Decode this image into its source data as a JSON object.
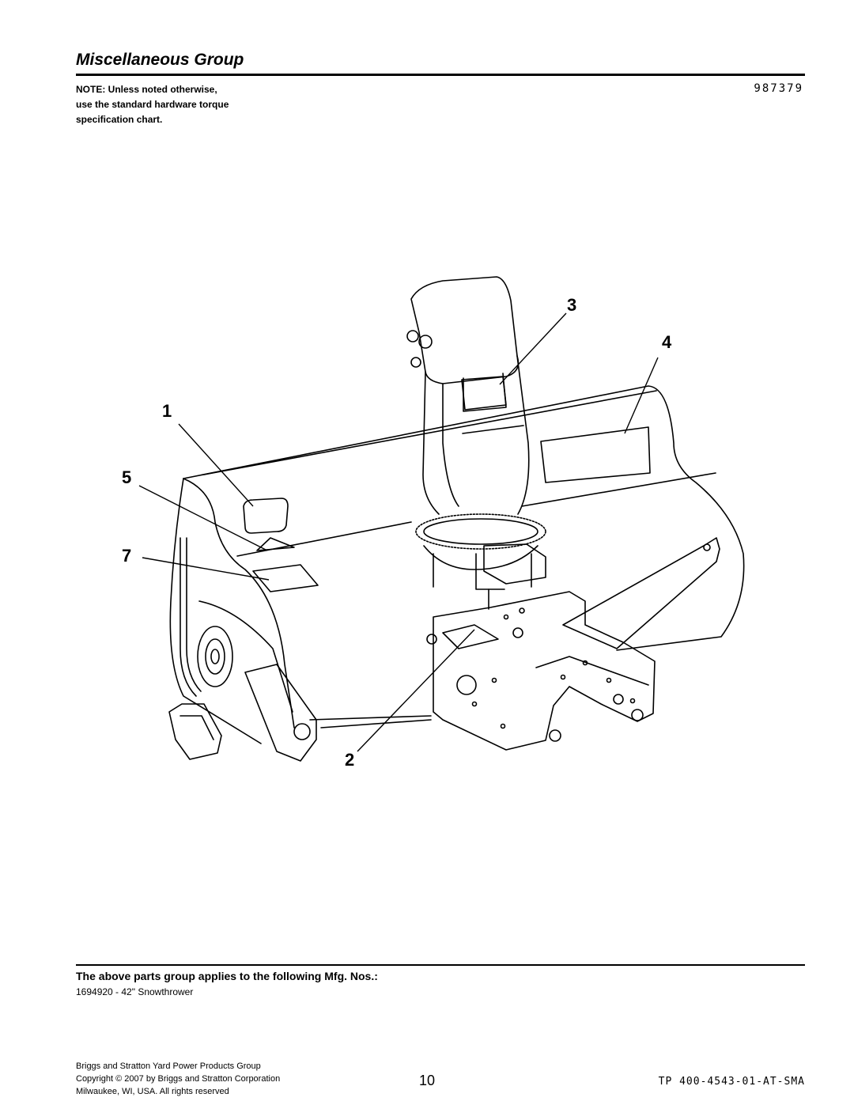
{
  "header": {
    "title": "Miscellaneous Group",
    "note_lines": [
      "NOTE: Unless noted otherwise,",
      "use the standard hardware torque",
      "specification chart."
    ],
    "part_number": "987379"
  },
  "diagram": {
    "callouts": [
      "1",
      "2",
      "3",
      "4",
      "5",
      "7"
    ]
  },
  "applies": {
    "heading": "The above parts group applies to the following Mfg. Nos.:",
    "items": [
      "1694920 - 42\" Snowthrower"
    ]
  },
  "footer": {
    "company_lines": [
      "Briggs and Stratton Yard Power Products Group",
      "Copyright ©  2007 by Briggs and Stratton Corporation",
      "Milwaukee, WI, USA. All rights reserved"
    ],
    "page_number": "10",
    "doc_id": "TP 400-4543-01-AT-SMA"
  }
}
